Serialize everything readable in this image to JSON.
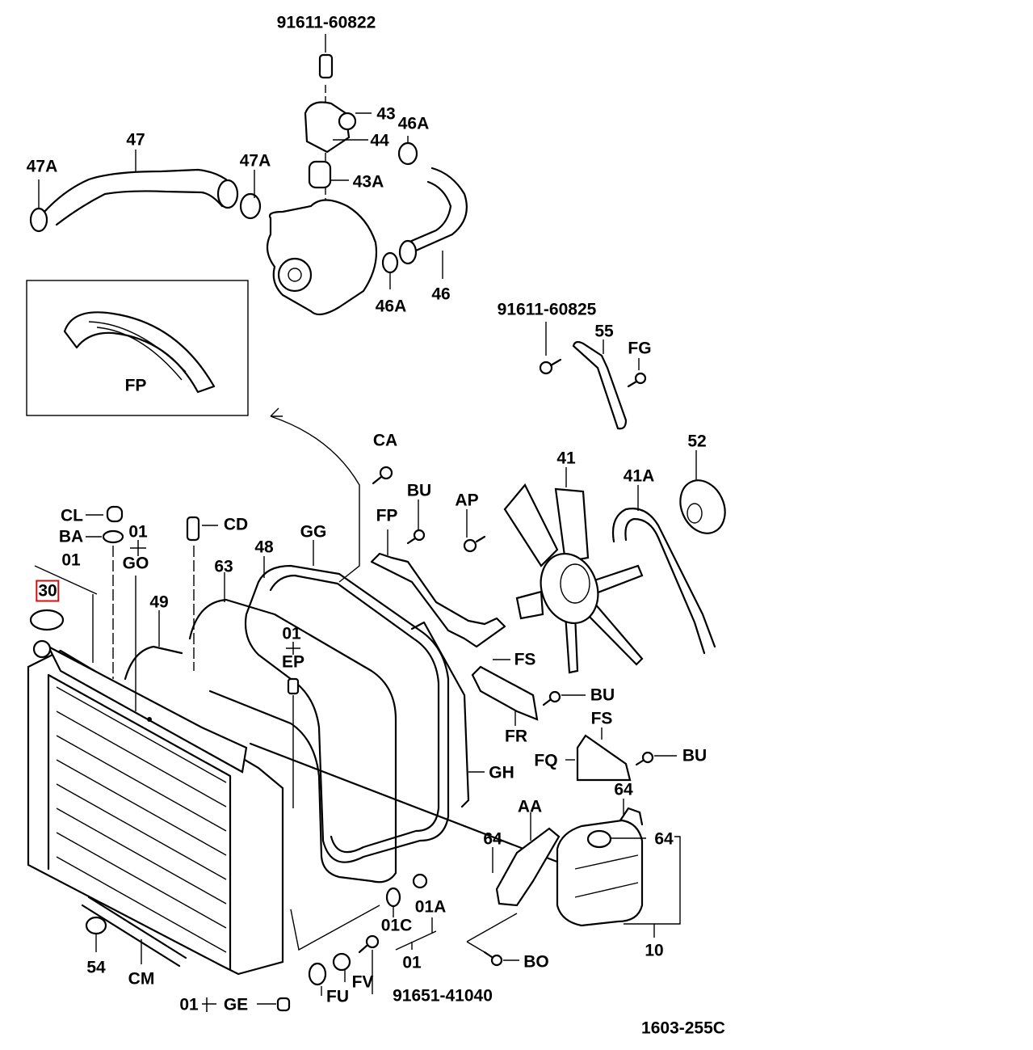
{
  "diagram": {
    "figure_code": "1603-255C",
    "highlighted_label": "30",
    "labels": [
      {
        "id": "l1",
        "text": "91611-60822"
      },
      {
        "id": "l2",
        "text": "43"
      },
      {
        "id": "l3",
        "text": "44"
      },
      {
        "id": "l4",
        "text": "46A"
      },
      {
        "id": "l5",
        "text": "47"
      },
      {
        "id": "l6",
        "text": "47A"
      },
      {
        "id": "l7",
        "text": "47A"
      },
      {
        "id": "l8",
        "text": "43A"
      },
      {
        "id": "l9",
        "text": "46A"
      },
      {
        "id": "l10",
        "text": "46"
      },
      {
        "id": "l11",
        "text": "FP"
      },
      {
        "id": "l12",
        "text": "91611-60825"
      },
      {
        "id": "l13",
        "text": "55"
      },
      {
        "id": "l14",
        "text": "FG"
      },
      {
        "id": "l15",
        "text": "52"
      },
      {
        "id": "l16",
        "text": "41"
      },
      {
        "id": "l17",
        "text": "41A"
      },
      {
        "id": "l18",
        "text": "CA"
      },
      {
        "id": "l19",
        "text": "BU"
      },
      {
        "id": "l20",
        "text": "AP"
      },
      {
        "id": "l21",
        "text": "FP"
      },
      {
        "id": "l22",
        "text": "CL"
      },
      {
        "id": "l23",
        "text": "BA"
      },
      {
        "id": "l24",
        "text": "01"
      },
      {
        "id": "l25",
        "text": "GO"
      },
      {
        "id": "l26",
        "text": "CD"
      },
      {
        "id": "l27",
        "text": "01"
      },
      {
        "id": "l28",
        "text": "30"
      },
      {
        "id": "l29",
        "text": "49"
      },
      {
        "id": "l30",
        "text": "63"
      },
      {
        "id": "l31",
        "text": "48"
      },
      {
        "id": "l32",
        "text": "GG"
      },
      {
        "id": "l33",
        "text": "01"
      },
      {
        "id": "l34",
        "text": "EP"
      },
      {
        "id": "l35",
        "text": "FS"
      },
      {
        "id": "l36",
        "text": "BU"
      },
      {
        "id": "l37",
        "text": "FR"
      },
      {
        "id": "l38",
        "text": "FS"
      },
      {
        "id": "l39",
        "text": "FQ"
      },
      {
        "id": "l40",
        "text": "BU"
      },
      {
        "id": "l41",
        "text": "GH"
      },
      {
        "id": "l42",
        "text": "64"
      },
      {
        "id": "l43",
        "text": "AA"
      },
      {
        "id": "l44",
        "text": "64"
      },
      {
        "id": "l45",
        "text": "64"
      },
      {
        "id": "l46",
        "text": "01A"
      },
      {
        "id": "l47",
        "text": "01C"
      },
      {
        "id": "l48",
        "text": "01"
      },
      {
        "id": "l49",
        "text": "10"
      },
      {
        "id": "l50",
        "text": "BO"
      },
      {
        "id": "l51",
        "text": "54"
      },
      {
        "id": "l52",
        "text": "CM"
      },
      {
        "id": "l53",
        "text": "FU"
      },
      {
        "id": "l54",
        "text": "FV"
      },
      {
        "id": "l55",
        "text": "91651-41040"
      },
      {
        "id": "l56",
        "text": "01"
      },
      {
        "id": "l57",
        "text": "GE"
      }
    ]
  }
}
